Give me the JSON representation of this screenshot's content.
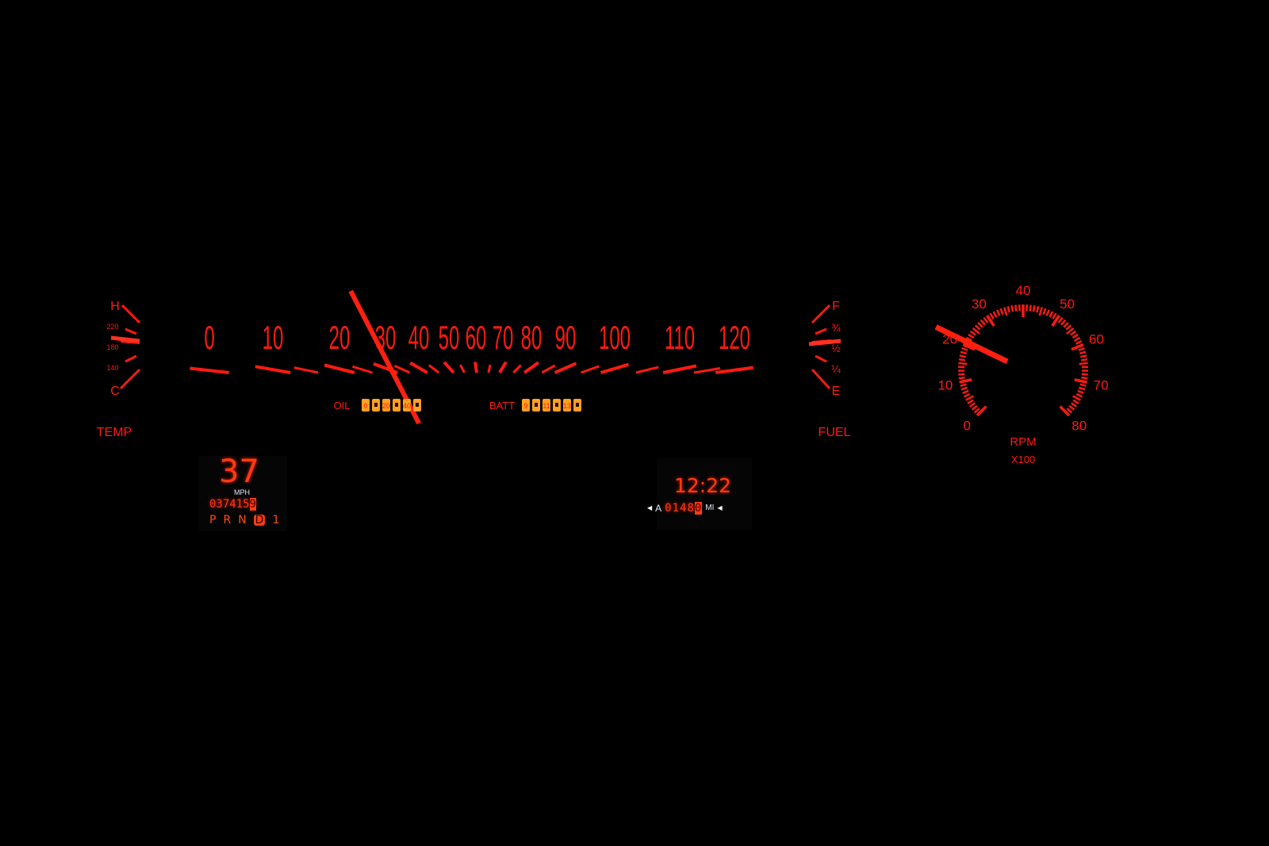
{
  "colors": {
    "gauge_red": "#ff1a10",
    "warning_amber": "#ffa020",
    "digital_orange": "#ff4010",
    "mph_label_white": "#e8e8ff"
  },
  "temp_gauge": {
    "label": "TEMP",
    "marks": [
      "H",
      "220",
      "180",
      "140",
      "C"
    ],
    "reading_f": 190
  },
  "fuel_gauge": {
    "label": "FUEL",
    "marks": [
      "F",
      "¾",
      "½",
      "¼",
      "E"
    ],
    "level": 0.5
  },
  "speedometer": {
    "ticks": [
      "0",
      "10",
      "20",
      "30",
      "40",
      "50",
      "60",
      "70",
      "80",
      "90",
      "100",
      "110",
      "120"
    ],
    "needle_mph": 37
  },
  "oil": {
    "label": "OIL",
    "indicators": [
      "0",
      "",
      "20",
      "",
      "40",
      ""
    ]
  },
  "batt": {
    "label": "BATT",
    "indicators": [
      "9",
      "",
      "11",
      "",
      "13",
      ""
    ]
  },
  "tachometer": {
    "ticks": [
      "0",
      "10",
      "20",
      "30",
      "40",
      "50",
      "60",
      "70",
      "80"
    ],
    "label": "RPM",
    "sublabel": "X100",
    "needle_value": 21
  },
  "speed_display": {
    "speed": "37",
    "unit": "MPH",
    "odometer": "037415",
    "odometer_last": "9",
    "gears": [
      "P",
      "R",
      "N",
      "D",
      "1"
    ],
    "selected_gear": "D"
  },
  "clock_display": {
    "time": "12:22",
    "trip_prefix": "A",
    "trip": "0148",
    "trip_last": "0",
    "unit": "MI"
  }
}
